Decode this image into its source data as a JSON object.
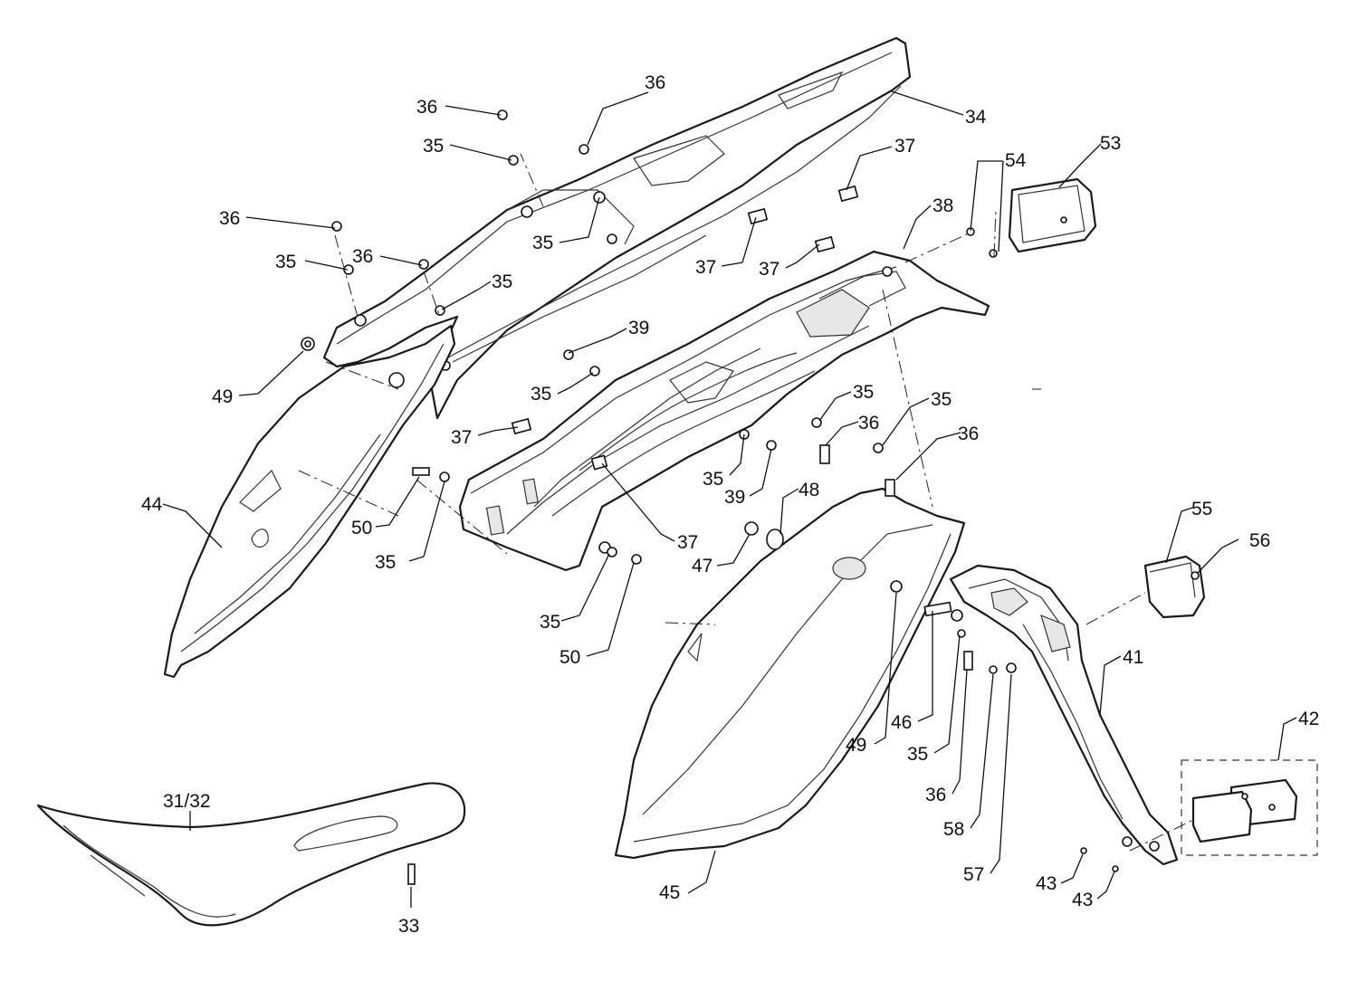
{
  "callouts": [
    {
      "id": "c36a",
      "label": "36"
    },
    {
      "id": "c36b",
      "label": "36"
    },
    {
      "id": "c34",
      "label": "34"
    },
    {
      "id": "c35a",
      "label": "35"
    },
    {
      "id": "c37a",
      "label": "37"
    },
    {
      "id": "c54",
      "label": "54"
    },
    {
      "id": "c53",
      "label": "53"
    },
    {
      "id": "c36c",
      "label": "36"
    },
    {
      "id": "c38",
      "label": "38"
    },
    {
      "id": "c35b",
      "label": "35"
    },
    {
      "id": "c36d",
      "label": "36"
    },
    {
      "id": "c35c",
      "label": "35"
    },
    {
      "id": "c37b",
      "label": "37"
    },
    {
      "id": "c37c",
      "label": "37"
    },
    {
      "id": "c35d",
      "label": "35"
    },
    {
      "id": "c39a",
      "label": "39"
    },
    {
      "id": "c49a",
      "label": "49"
    },
    {
      "id": "c35e",
      "label": "35"
    },
    {
      "id": "c35f",
      "label": "35"
    },
    {
      "id": "c35g",
      "label": "35"
    },
    {
      "id": "c36e",
      "label": "36"
    },
    {
      "id": "c37d",
      "label": "37"
    },
    {
      "id": "c36f",
      "label": "36"
    },
    {
      "id": "c35h",
      "label": "35"
    },
    {
      "id": "c39b",
      "label": "39"
    },
    {
      "id": "c48",
      "label": "48"
    },
    {
      "id": "c44",
      "label": "44"
    },
    {
      "id": "c50a",
      "label": "50"
    },
    {
      "id": "c55",
      "label": "55"
    },
    {
      "id": "c56",
      "label": "56"
    },
    {
      "id": "c37e",
      "label": "37"
    },
    {
      "id": "c47",
      "label": "47"
    },
    {
      "id": "c35i",
      "label": "35"
    },
    {
      "id": "c35j",
      "label": "35"
    },
    {
      "id": "c50b",
      "label": "50"
    },
    {
      "id": "c41",
      "label": "41"
    },
    {
      "id": "c42",
      "label": "42"
    },
    {
      "id": "c46",
      "label": "46"
    },
    {
      "id": "c49b",
      "label": "49"
    },
    {
      "id": "c35k",
      "label": "35"
    },
    {
      "id": "c36g",
      "label": "36"
    },
    {
      "id": "c58",
      "label": "58"
    },
    {
      "id": "c57",
      "label": "57"
    },
    {
      "id": "c3132",
      "label": "31/32"
    },
    {
      "id": "c33",
      "label": "33"
    },
    {
      "id": "c45",
      "label": "45"
    },
    {
      "id": "c43a",
      "label": "43"
    },
    {
      "id": "c43b",
      "label": "43"
    }
  ]
}
